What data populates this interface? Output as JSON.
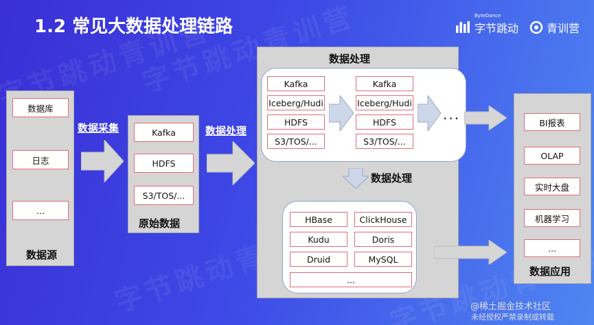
{
  "title": "1.2 常见大数据处理链路",
  "logos": {
    "bytedance_small": "ByteDance",
    "bytedance": "字节跳动",
    "qingxun": "青训营"
  },
  "watermark": "字节跳动青训营",
  "source": {
    "items": [
      "数据库",
      "日志",
      "..."
    ],
    "label": "数据源"
  },
  "collect_label": "数据采集",
  "raw": {
    "items": [
      "Kafka",
      "HDFS",
      "S3/TOS/..."
    ],
    "label": "原始数据"
  },
  "process_label_1": "数据处理",
  "processing": {
    "title": "数据处理",
    "stage1": [
      "Kafka",
      "Iceberg/Hudi",
      "HDFS",
      "S3/TOS/..."
    ],
    "stage2": [
      "Kafka",
      "Iceberg/Hudi",
      "HDFS",
      "S3/TOS/..."
    ],
    "more": "...",
    "down_label": "数据处理",
    "olap": [
      "HBase",
      "ClickHouse",
      "Kudu",
      "Doris",
      "Druid",
      "MySQL",
      "..."
    ]
  },
  "apps": {
    "items": [
      "BI报表",
      "OLAP",
      "实时大盘",
      "机器学习",
      "..."
    ],
    "label": "数据应用"
  },
  "footer": {
    "credit": "@稀土掘金技术社区",
    "notice": "未经授权严禁录制或转载"
  }
}
